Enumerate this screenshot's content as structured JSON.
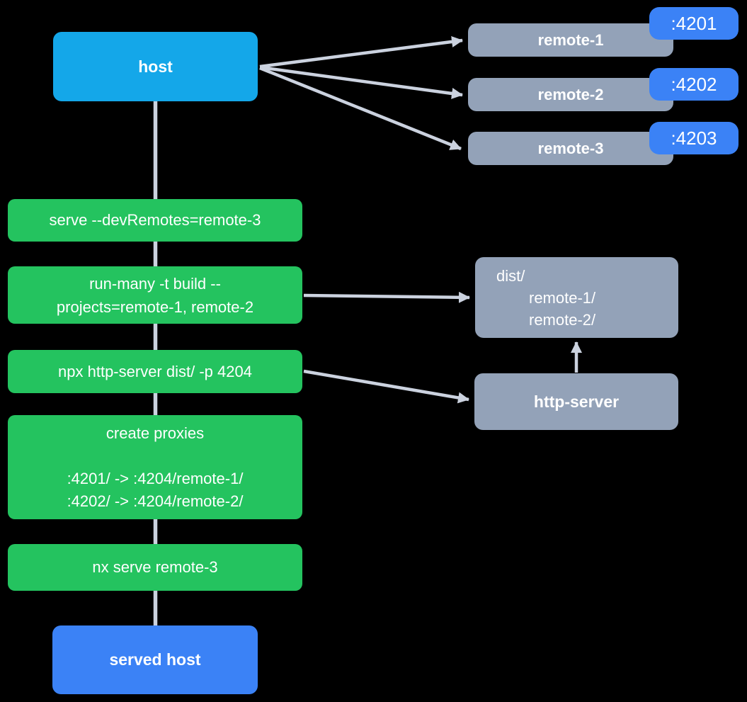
{
  "colors": {
    "background": "#000000",
    "host_blue": "#14a7e9",
    "accent_blue": "#3b82f6",
    "node_gray": "#93a2b8",
    "command_green": "#24c35f",
    "connector": "#cbd2df",
    "text": "#ffffff"
  },
  "nodes": {
    "host": {
      "label": "host"
    },
    "served_host": {
      "label": "served host"
    },
    "remotes": [
      {
        "label": "remote-1",
        "port": ":4201"
      },
      {
        "label": "remote-2",
        "port": ":4202"
      },
      {
        "label": "remote-3",
        "port": ":4203"
      }
    ],
    "dist": {
      "lines": [
        "dist/",
        "remote-1/",
        "remote-2/"
      ]
    },
    "http_server": {
      "label": "http-server"
    }
  },
  "commands": [
    {
      "lines": [
        "serve --devRemotes=remote-3"
      ]
    },
    {
      "lines": [
        "run-many -t build --",
        "projects=remote-1, remote-2"
      ]
    },
    {
      "lines": [
        "npx http-server dist/ -p 4204"
      ]
    },
    {
      "lines": [
        "create proxies",
        "",
        ":4201/ -> :4204/remote-1/",
        ":4202/ -> :4204/remote-2/"
      ]
    },
    {
      "lines": [
        "nx serve remote-3"
      ]
    }
  ],
  "edges": [
    {
      "from": "host",
      "to": "remote-1"
    },
    {
      "from": "host",
      "to": "remote-2"
    },
    {
      "from": "host",
      "to": "remote-3"
    },
    {
      "from": "host",
      "to": "served-host"
    },
    {
      "from": "run-many-command",
      "to": "dist"
    },
    {
      "from": "http-server-command",
      "to": "http-server"
    },
    {
      "from": "http-server",
      "to": "dist"
    }
  ]
}
